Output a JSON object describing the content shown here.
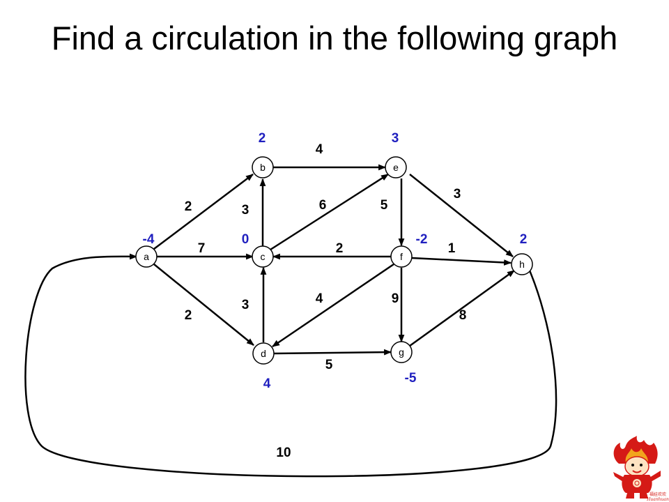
{
  "slide": {
    "title": "Find a circulation in the following graph"
  },
  "colors": {
    "demand": "#1f1fbf",
    "edge": "#000000",
    "mascot_red": "#d51a16"
  },
  "graph": {
    "nodes": [
      {
        "id": "a",
        "label": "a",
        "demand": "-4"
      },
      {
        "id": "b",
        "label": "b",
        "demand": "2"
      },
      {
        "id": "c",
        "label": "c",
        "demand": "0"
      },
      {
        "id": "d",
        "label": "d",
        "demand": "4"
      },
      {
        "id": "e",
        "label": "e",
        "demand": "3"
      },
      {
        "id": "f",
        "label": "f",
        "demand": "-2"
      },
      {
        "id": "g",
        "label": "g",
        "demand": "-5"
      },
      {
        "id": "h",
        "label": "h",
        "demand": "2"
      }
    ],
    "edges": [
      {
        "from": "a",
        "to": "b",
        "capacity": "2"
      },
      {
        "from": "a",
        "to": "c",
        "capacity": "7"
      },
      {
        "from": "a",
        "to": "d",
        "capacity": "2"
      },
      {
        "from": "c",
        "to": "b",
        "capacity": "3"
      },
      {
        "from": "b",
        "to": "e",
        "capacity": "4"
      },
      {
        "from": "c",
        "to": "e",
        "capacity": "6"
      },
      {
        "from": "e",
        "to": "f",
        "capacity": "5"
      },
      {
        "from": "e",
        "to": "h",
        "capacity": "3"
      },
      {
        "from": "f",
        "to": "c",
        "capacity": "2"
      },
      {
        "from": "f",
        "to": "h",
        "capacity": "1"
      },
      {
        "from": "d",
        "to": "c",
        "capacity": "3"
      },
      {
        "from": "f",
        "to": "d",
        "capacity": "4"
      },
      {
        "from": "f",
        "to": "g",
        "capacity": "9"
      },
      {
        "from": "d",
        "to": "g",
        "capacity": "5"
      },
      {
        "from": "g",
        "to": "h",
        "capacity": "8"
      },
      {
        "from": "h",
        "to": "a",
        "capacity": "10"
      }
    ]
  },
  "mascot": {
    "icon": "olympic-mascot-huanhuan-icon",
    "caption": "福娃欢欢",
    "subcaption": "Huanhuan"
  }
}
